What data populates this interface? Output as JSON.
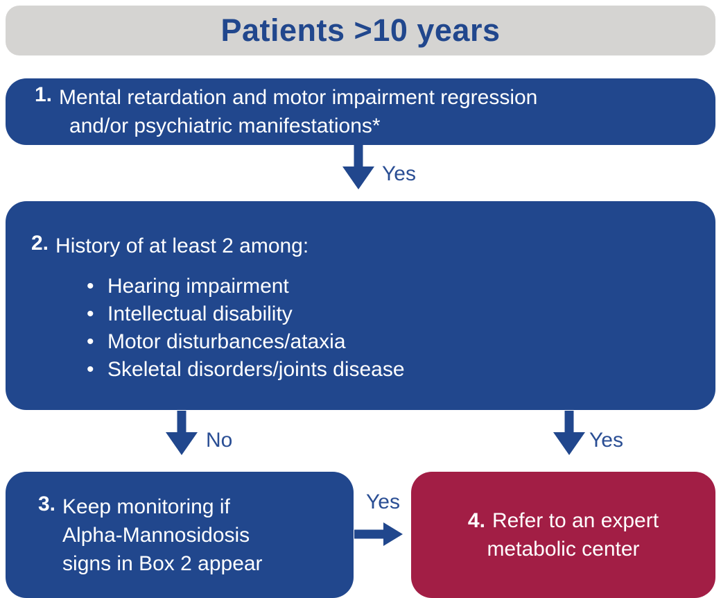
{
  "header": {
    "title": "Patients >10 years"
  },
  "boxes": {
    "box1": {
      "number": "1.",
      "line1": "Mental retardation and motor impairment regression",
      "line2": "and/or psychiatric manifestations*"
    },
    "box2": {
      "number": "2.",
      "heading": "History of at least 2 among:",
      "bullets": [
        "Hearing impairment",
        "Intellectual disability",
        "Motor disturbances/ataxia",
        "Skeletal disorders/joints disease"
      ]
    },
    "box3": {
      "number": "3.",
      "line1": "Keep monitoring if",
      "line2": "Alpha-Mannosidosis",
      "line3": "signs in Box 2 appear"
    },
    "box4": {
      "number": "4.",
      "line1": "Refer to an expert",
      "line2": "metabolic center"
    }
  },
  "labels": {
    "arrow1_yes": "Yes",
    "arrow_no": "No",
    "arrow_yes": "Yes",
    "arrow3_yes": "Yes"
  },
  "colors": {
    "box_blue": "#21478d",
    "box_red": "#a21e45",
    "header_gray": "#d5d4d2",
    "label_blue": "#2a4e94",
    "text_white": "#ffffff"
  }
}
